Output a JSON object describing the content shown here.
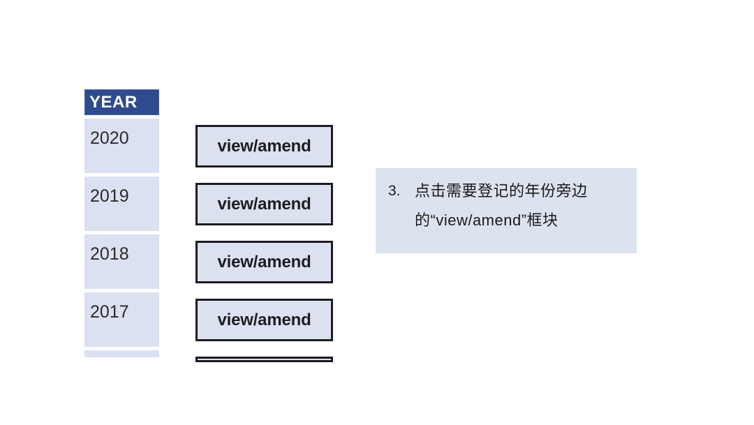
{
  "slide": {
    "background_color": "#ffffff"
  },
  "year_table": {
    "header_label": "YEAR",
    "header_bg": "#2f4b8f",
    "header_text_color": "#ffffff",
    "cell_bg": "#dbe1f0",
    "rows": [
      {
        "year": "2020"
      },
      {
        "year": "2019"
      },
      {
        "year": "2018"
      },
      {
        "year": "2017"
      },
      {
        "year": ""
      }
    ]
  },
  "amend_buttons": {
    "fill": "#dce1f0",
    "border_color": "#1c1c22",
    "items": [
      {
        "label": "view/amend"
      },
      {
        "label": "view/amend"
      },
      {
        "label": "view/amend"
      },
      {
        "label": "view/amend"
      },
      {
        "label": ""
      }
    ]
  },
  "callout": {
    "background": "#dce3ee",
    "number": "3.",
    "line1": "点击需要登记的年份旁边",
    "line2": "的“view/amend”框块",
    "full_text": "3. 点击需要登记的年份旁边的“view/amend”框块"
  }
}
